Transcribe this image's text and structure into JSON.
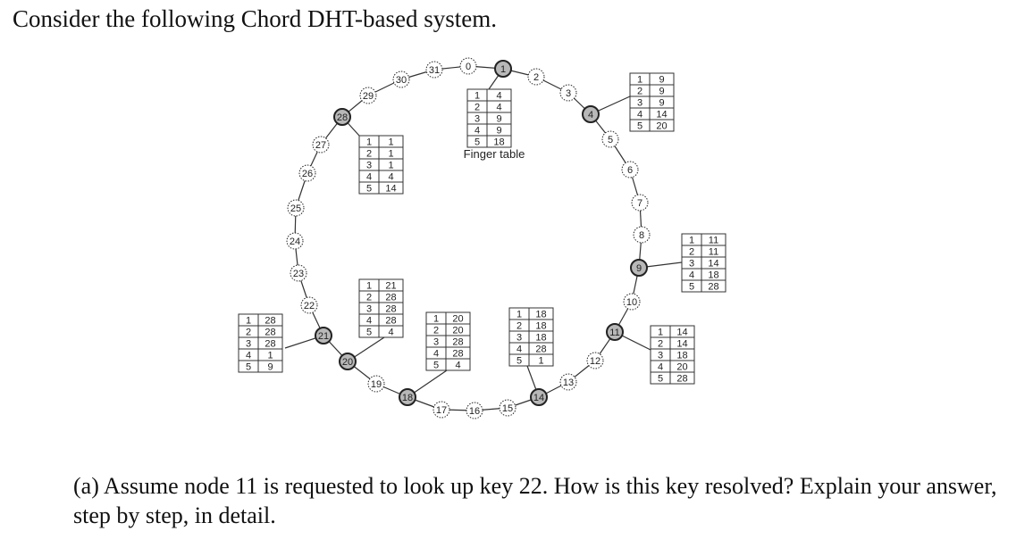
{
  "intro": "Consider the following Chord DHT-based system.",
  "question": "(a) Assume node 11 is requested to look up key 22. How is this key resolved? Explain your answer, step by step, in detail.",
  "diagram": {
    "identifier_space": 32,
    "active_nodes": [
      1,
      4,
      9,
      11,
      14,
      18,
      20,
      21,
      28
    ],
    "finger_table_label": "Finger table",
    "finger_tables": {
      "1": [
        [
          1,
          4
        ],
        [
          2,
          4
        ],
        [
          3,
          9
        ],
        [
          4,
          9
        ],
        [
          5,
          18
        ]
      ],
      "4": [
        [
          1,
          9
        ],
        [
          2,
          9
        ],
        [
          3,
          9
        ],
        [
          4,
          14
        ],
        [
          5,
          20
        ]
      ],
      "9": [
        [
          1,
          11
        ],
        [
          2,
          11
        ],
        [
          3,
          14
        ],
        [
          4,
          18
        ],
        [
          5,
          28
        ]
      ],
      "11": [
        [
          1,
          14
        ],
        [
          2,
          14
        ],
        [
          3,
          18
        ],
        [
          4,
          20
        ],
        [
          5,
          28
        ]
      ],
      "14": [
        [
          1,
          18
        ],
        [
          2,
          18
        ],
        [
          3,
          18
        ],
        [
          4,
          28
        ],
        [
          5,
          1
        ]
      ],
      "18": [
        [
          1,
          20
        ],
        [
          2,
          20
        ],
        [
          3,
          28
        ],
        [
          4,
          28
        ],
        [
          5,
          4
        ]
      ],
      "20": [
        [
          1,
          21
        ],
        [
          2,
          28
        ],
        [
          3,
          28
        ],
        [
          4,
          28
        ],
        [
          5,
          4
        ]
      ],
      "21": [
        [
          1,
          28
        ],
        [
          2,
          28
        ],
        [
          3,
          28
        ],
        [
          4,
          1
        ],
        [
          5,
          9
        ]
      ],
      "28": [
        [
          1,
          1
        ],
        [
          2,
          1
        ],
        [
          3,
          1
        ],
        [
          4,
          4
        ],
        [
          5,
          14
        ]
      ]
    },
    "colors": {
      "active_node_fill": "#b8b8b8",
      "inactive_node_fill": "#ffffff",
      "line": "#333333"
    }
  }
}
